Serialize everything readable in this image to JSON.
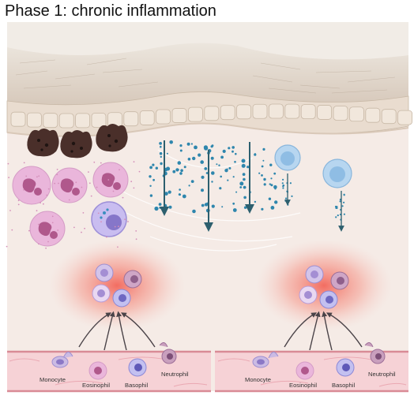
{
  "title": "Phase 1: chronic inflammation",
  "left_vessel_labels": [
    "Monocyte",
    "Eosinophil",
    "Basophil",
    "Neutrophil"
  ],
  "right_vessel_labels": [
    "Monocyte",
    "Eosinophil",
    "Basophil",
    "Neutrophil"
  ],
  "colors": {
    "skin_top": "#e9e1d6",
    "dermis": "#f3e6e1",
    "vessel": "#f6d2d6",
    "inflammation_glow": "#f2574a",
    "particles": "#2e86ad",
    "arrows": "#2d5f6e",
    "eosinophil": "#e8b1d9",
    "mast_cell": "#4a2f2a"
  }
}
